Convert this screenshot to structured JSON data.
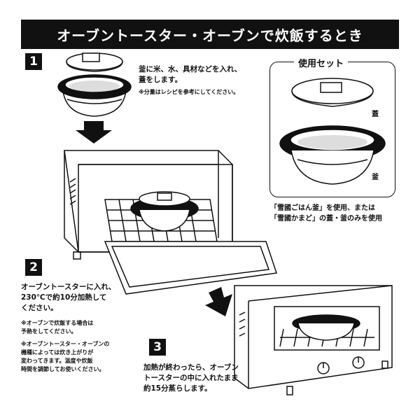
{
  "header": {
    "title": "オーブントースター・オーブンで炊飯するとき"
  },
  "step1": {
    "number": "1",
    "lines": [
      "釜に米、水、具材などを入れ、",
      "蓋をします。"
    ],
    "note": "※分量はレシピを参考にしてください。"
  },
  "set_panel": {
    "title": "使用セット",
    "lid_label": "蓋",
    "pot_label": "釜",
    "caption_lines": [
      "「雪國ごはん釜」を使用、または",
      "「雪國かまど」の蓋・釜のみを使用"
    ]
  },
  "step2": {
    "number": "2",
    "lines": [
      "オーブントースターに入れ、",
      "230℃で約10分加熱して",
      "ください。"
    ],
    "note1_lines": [
      "※オーブンで炊飯する場合は",
      "予熱をしてください。"
    ],
    "note2_lines": [
      "※オーブントースター・オーブンの",
      "機種によっては炊き上がりが",
      "変わってきます。温度や炊飯",
      "時間を調節してお使いください。"
    ]
  },
  "step3": {
    "number": "3",
    "lines": [
      "加熱が終わったら、オーブン",
      "トースターの中に入れたまま",
      "約15分蒸らします。"
    ]
  }
}
